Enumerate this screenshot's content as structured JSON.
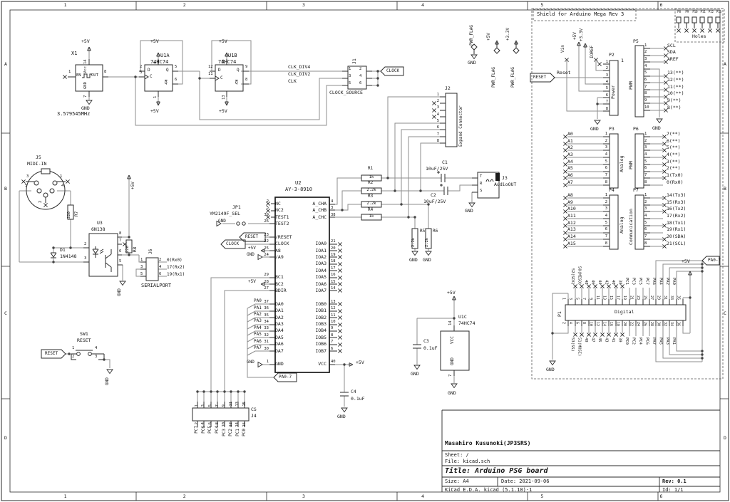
{
  "frame": {
    "cols": [
      "1",
      "2",
      "3",
      "4",
      "5",
      "6"
    ],
    "rows": [
      "A",
      "B",
      "C",
      "D"
    ]
  },
  "title_block": {
    "author": "Masahiro Kusunoki(JP3SRS)",
    "sheet": "Sheet: /",
    "file": "File: kicad.sch",
    "title": "Title: Arduino PSG board",
    "size": "Size: A4",
    "date": "Date: 2021-09-06",
    "rev": "Rev: 0.1",
    "tool": "KiCad E.D.A.  kicad (5.1.10)-1",
    "id": "Id: 1/1"
  },
  "common": {
    "p5": "+5V",
    "p33": "+3.3V",
    "gnd": "GND"
  },
  "osc": {
    "x1": {
      "ref": "X1",
      "freq": "3.579545MHz",
      "en": "EN",
      "out": "OUT",
      "vcc": "Vcc",
      "gnd": "GND",
      "pin_en": "1",
      "pin_out": "8",
      "pin_vcc": "14",
      "pin_gnd": "7"
    },
    "u1a": {
      "ref": "U1A",
      "value": "74HC74",
      "d": "D",
      "c": "C",
      "q": "Q",
      "qb": "Q",
      "p_d": "2",
      "p_c": "3",
      "p_q": "5",
      "p_qb": "6",
      "p_pre": "4",
      "p_clr": "1"
    },
    "u1b": {
      "ref": "U1B",
      "value": "74HC74",
      "d": "D",
      "c": "C",
      "q": "Q",
      "qb": "Q",
      "p_d": "12",
      "p_c": "11",
      "p_q": "9",
      "p_qb": "8",
      "p_pre": "10",
      "p_clr": "13"
    },
    "nets": {
      "div4": "CLK_DIV4",
      "div2": "CLK_DIV2",
      "clk": "CLK"
    }
  },
  "j1": {
    "ref": "J1",
    "value": "CLOCK_SOURCE",
    "left": [
      "1",
      "3",
      "5"
    ],
    "right": [
      "2",
      "4",
      "6"
    ],
    "clock": "CLOCK"
  },
  "j2": {
    "ref": "J2",
    "value": "Expand Connector",
    "pins": [
      "1",
      "2",
      "3",
      "4",
      "5",
      "6",
      "7",
      "8"
    ]
  },
  "flags": [
    {
      "label": "PWR_FLAG",
      "net": "GND"
    },
    {
      "label": "PWR_FLAG",
      "net": "+5V"
    },
    {
      "label": "PWR_FLAG",
      "net": "+3.3V"
    }
  ],
  "audio": {
    "r1": {
      "ref": "R1",
      "value": "1k"
    },
    "r2": {
      "ref": "R2",
      "value": "2.2k"
    },
    "r3": {
      "ref": "R3",
      "value": "2.2k"
    },
    "r4": {
      "ref": "R4",
      "value": "1k"
    },
    "r5": {
      "ref": "R5",
      "value": "2.2k"
    },
    "r6": {
      "ref": "R6",
      "value": "2.2k"
    },
    "c1": {
      "ref": "C1",
      "value": "10uF/25V"
    },
    "c2": {
      "ref": "C2",
      "value": "10uF/25V"
    },
    "j3": {
      "ref": "J3",
      "value": "AudioOUT",
      "t": "T",
      "r": "R",
      "s": "S"
    }
  },
  "u2": {
    "ref": "U2",
    "value": "AY-3-8910",
    "left": [
      {
        "n": "2",
        "p": "NC"
      },
      {
        "n": "5",
        "p": "NC2"
      },
      {
        "n": "39",
        "p": "TEST1"
      },
      {
        "n": "26",
        "p": "TEST2"
      },
      {},
      {
        "n": "23",
        "p": "/RESET"
      },
      {
        "n": "22",
        "p": "CLOCK"
      },
      {
        "n": "25",
        "p": "A8"
      },
      {
        "n": "24",
        "p": "/A9"
      },
      {},
      {},
      {
        "n": "29",
        "p": "BC1"
      },
      {
        "n": "28",
        "p": "BC2"
      },
      {
        "n": "27",
        "p": "BDIR"
      },
      {},
      {
        "n": "37",
        "p": "DA0"
      },
      {
        "n": "36",
        "p": "DA1"
      },
      {
        "n": "35",
        "p": "DA2"
      },
      {
        "n": "34",
        "p": "DA3"
      },
      {
        "n": "33",
        "p": "DA4"
      },
      {
        "n": "32",
        "p": "DA5"
      },
      {
        "n": "31",
        "p": "DA6"
      },
      {
        "n": "30",
        "p": "DA7"
      },
      {},
      {
        "n": "1",
        "p": "GND"
      }
    ],
    "right": [
      {
        "n": "4",
        "p": "A_CHA"
      },
      {
        "n": "3",
        "p": "A_CHB"
      },
      {
        "n": "38",
        "p": "A_CHC"
      },
      {},
      {},
      {},
      {
        "n": "21",
        "p": "IOA0"
      },
      {
        "n": "20",
        "p": "IOA1"
      },
      {
        "n": "19",
        "p": "IOA2"
      },
      {
        "n": "18",
        "p": "IOA3"
      },
      {
        "n": "17",
        "p": "IOA4"
      },
      {
        "n": "16",
        "p": "IOA5"
      },
      {
        "n": "15",
        "p": "IOA6"
      },
      {
        "n": "14",
        "p": "IOA7"
      },
      {},
      {
        "n": "13",
        "p": "IOB0"
      },
      {
        "n": "12",
        "p": "IOB1"
      },
      {
        "n": "11",
        "p": "IOB2"
      },
      {
        "n": "10",
        "p": "IOB3"
      },
      {
        "n": "9",
        "p": "IOB4"
      },
      {
        "n": "8",
        "p": "IOB5"
      },
      {
        "n": "7",
        "p": "IOB6"
      },
      {
        "n": "6",
        "p": "IOB7"
      },
      {},
      {
        "n": "40",
        "p": "VCC"
      }
    ],
    "jp1": {
      "ref": "JP1",
      "value": "YM2149F_SEL"
    },
    "reset": "RESET",
    "clock": "CLOCK",
    "pa": [
      "PA0",
      "PA1",
      "PA2",
      "PA3",
      "PA4",
      "PA5",
      "PA6",
      "PA7"
    ],
    "pa_bus": "PA0-7"
  },
  "midi": {
    "j5": {
      "ref": "J5",
      "value": "MIDI-IN",
      "p1": "1",
      "p2": "2",
      "p3": "3",
      "p4": "4",
      "p5": "5"
    },
    "r7": {
      "ref": "R7",
      "value": "220"
    },
    "r8": {
      "ref": "R8",
      "value": "220"
    },
    "d1": {
      "ref": "D1",
      "value": "1N4148"
    },
    "u3": {
      "ref": "U3",
      "value": "6N138",
      "p2": "2",
      "p3": "3",
      "p8": "8",
      "p7": "7",
      "p6": "6",
      "p5": "5"
    },
    "j6": {
      "ref": "J6",
      "value": "SERIALPORT",
      "left": [
        "1",
        "3",
        "5"
      ],
      "right": [
        {
          "n": "2",
          "net": "0(Rx0)"
        },
        {
          "n": "4",
          "net": "17(Rx2)"
        },
        {
          "n": "6",
          "net": "19(Rx1)"
        }
      ]
    }
  },
  "sw1": {
    "ref": "SW1",
    "value": "RESET",
    "reset": "RESET",
    "p1": "1",
    "p2": "2",
    "p3": "3",
    "p4": "4"
  },
  "j4": {
    "ref": "J4",
    "value": "CS",
    "top": [
      "1",
      "3",
      "5",
      "7",
      "9",
      "11",
      "13",
      "15"
    ],
    "bottom": [
      {
        "n": "2",
        "net": "PC7"
      },
      {
        "n": "4",
        "net": "PC6"
      },
      {
        "n": "6",
        "net": "PC5"
      },
      {
        "n": "8",
        "net": "PC4"
      },
      {
        "n": "10",
        "net": "PC3"
      },
      {
        "n": "12",
        "net": "PC2"
      },
      {
        "n": "14",
        "net": "PC1"
      },
      {
        "n": "16",
        "net": "PC0"
      }
    ]
  },
  "u1c": {
    "ref": "U1C",
    "value": "74HC74",
    "vcc": "VCC",
    "gnd": "GND",
    "pin_vcc": "14",
    "pin_gnd": "7"
  },
  "c3": {
    "ref": "C3",
    "value": "0.1uF"
  },
  "c4": {
    "ref": "C4",
    "value": "0.1uF"
  },
  "shield": {
    "title": "Shield for Arduino Mega Rev 3",
    "holes": {
      "labels": [
        "P8",
        "P9",
        "P10",
        "P11",
        "P12",
        "P13"
      ],
      "name": "Holes"
    },
    "reset": "RESET",
    "reset_net": "Reset",
    "rails": {
      "vin": "Vin",
      "p5": "+5V",
      "p33": "+3.3V",
      "ioref": "IOREF"
    },
    "p2": {
      "ref": "P2",
      "name": "Power",
      "one": "1",
      "pins": [
        "1",
        "2",
        "3",
        "4",
        "5",
        "6",
        "7",
        "8"
      ]
    },
    "p3": {
      "ref": "P3",
      "name": "Analog",
      "rows": [
        {
          "n": "1",
          "net": "A0"
        },
        {
          "n": "2",
          "net": "A1"
        },
        {
          "n": "3",
          "net": "A2"
        },
        {
          "n": "4",
          "net": "A3"
        },
        {
          "n": "5",
          "net": "A4"
        },
        {
          "n": "6",
          "net": "A5"
        },
        {
          "n": "7",
          "net": "A6"
        },
        {
          "n": "8",
          "net": "A7"
        }
      ]
    },
    "p4": {
      "ref": "P4",
      "name": "Analog",
      "rows": [
        {
          "n": "1",
          "net": "A8"
        },
        {
          "n": "2",
          "net": "A9"
        },
        {
          "n": "3",
          "net": "A10"
        },
        {
          "n": "4",
          "net": "A11"
        },
        {
          "n": "5",
          "net": "A12"
        },
        {
          "n": "6",
          "net": "A13"
        },
        {
          "n": "7",
          "net": "A14"
        },
        {
          "n": "8",
          "net": "A15"
        }
      ]
    },
    "p5": {
      "ref": "P5",
      "name": "PWM",
      "rows": [
        {
          "n": "1",
          "net": "SCL"
        },
        {
          "n": "2",
          "net": "SDA"
        },
        {
          "n": "3",
          "net": "AREF"
        },
        {
          "n": "4",
          "net": ""
        },
        {
          "n": "5",
          "net": "13(**)"
        },
        {
          "n": "6",
          "net": "12(**)"
        },
        {
          "n": "7",
          "net": "11(**)"
        },
        {
          "n": "8",
          "net": "10(**)"
        },
        {
          "n": "9",
          "net": "9(**)"
        },
        {
          "n": "10",
          "net": "8(**)"
        }
      ]
    },
    "p6": {
      "ref": "P6",
      "name": "PWM",
      "rows": [
        {
          "n": "1",
          "net": "7(**)"
        },
        {
          "n": "2",
          "net": "6(**)"
        },
        {
          "n": "3",
          "net": "5(**)"
        },
        {
          "n": "4",
          "net": "4(**)"
        },
        {
          "n": "5",
          "net": "3(**)"
        },
        {
          "n": "6",
          "net": "2(**)"
        },
        {
          "n": "7",
          "net": "1(Tx0)"
        },
        {
          "n": "8",
          "net": "0(Rx0)"
        }
      ]
    },
    "p7": {
      "ref": "P7",
      "name": "Communication",
      "rows": [
        {
          "n": "1",
          "net": "14(Tx3)"
        },
        {
          "n": "2",
          "net": "15(Rx3)"
        },
        {
          "n": "3",
          "net": "16(Tx2)"
        },
        {
          "n": "4",
          "net": "17(Rx2)"
        },
        {
          "n": "5",
          "net": "18(Tx1)"
        },
        {
          "n": "6",
          "net": "19(Rx1)"
        },
        {
          "n": "7",
          "net": "20(SDA)"
        },
        {
          "n": "8",
          "net": "21(SCL)"
        }
      ]
    },
    "p1": {
      "ref": "P1",
      "name": "Digital",
      "pa_tag": "PA0-7",
      "top_nets": [
        "",
        "52(SCK)",
        "50(MISO)",
        "48",
        "46",
        "44",
        "42",
        "40",
        "38",
        "PC1",
        "PC3",
        "PC5",
        "PC7",
        "PA6",
        "PA4",
        "PA2",
        "PA0",
        ""
      ],
      "top_pins": [
        "1",
        "3",
        "5",
        "7",
        "9",
        "11",
        "13",
        "15",
        "17",
        "19",
        "21",
        "23",
        "25",
        "27",
        "29",
        "31",
        "33",
        "35"
      ],
      "bot_pins": [
        "2",
        "4",
        "6",
        "8",
        "10",
        "12",
        "14",
        "16",
        "18",
        "20",
        "22",
        "24",
        "26",
        "28",
        "30",
        "32",
        "34",
        "36"
      ],
      "bot_nets": [
        "",
        "53(SS)",
        "51(MOSI)",
        "49",
        "47",
        "45",
        "43",
        "41",
        "39",
        "PC0",
        "PC2",
        "PC4",
        "PC6",
        "PA7",
        "PA5",
        "PA3",
        "PA1",
        ""
      ]
    }
  }
}
